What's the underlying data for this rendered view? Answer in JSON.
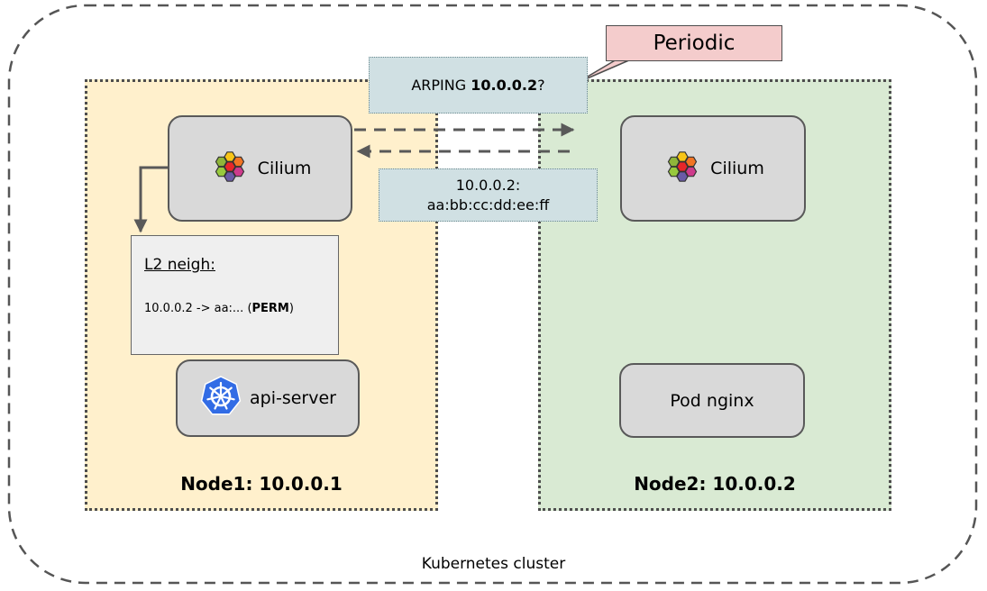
{
  "cluster": {
    "label": "Kubernetes cluster"
  },
  "node1": {
    "label": "Node1: 10.0.0.1",
    "cilium_label": "Cilium",
    "api_server_label": "api-server",
    "l2_neigh": {
      "title": "L2 neigh:",
      "entry_prefix": "10.0.0.2 -> aa:... (",
      "entry_bold": "PERM",
      "entry_suffix": ")"
    }
  },
  "node2": {
    "label": "Node2: 10.0.0.2",
    "cilium_label": "Cilium",
    "pod_label": "Pod nginx"
  },
  "messages": {
    "arping_prefix": "ARPING ",
    "arping_bold": "10.0.0.2",
    "arping_suffix": "?",
    "reply_line1": "10.0.0.2:",
    "reply_line2": "aa:bb:cc:dd:ee:ff"
  },
  "callout": {
    "label": "Periodic"
  },
  "colors": {
    "node1_bg": "#fff0cc",
    "node2_bg": "#d9ead3",
    "box_bg": "#d9d9d9",
    "message_bg": "#d0e0e3",
    "callout_bg": "#f4cccc",
    "kubernetes_blue": "#326ce5"
  },
  "icons": {
    "cilium": "cilium-hexagon-logo-icon",
    "kubernetes": "kubernetes-helm-wheel-icon"
  }
}
